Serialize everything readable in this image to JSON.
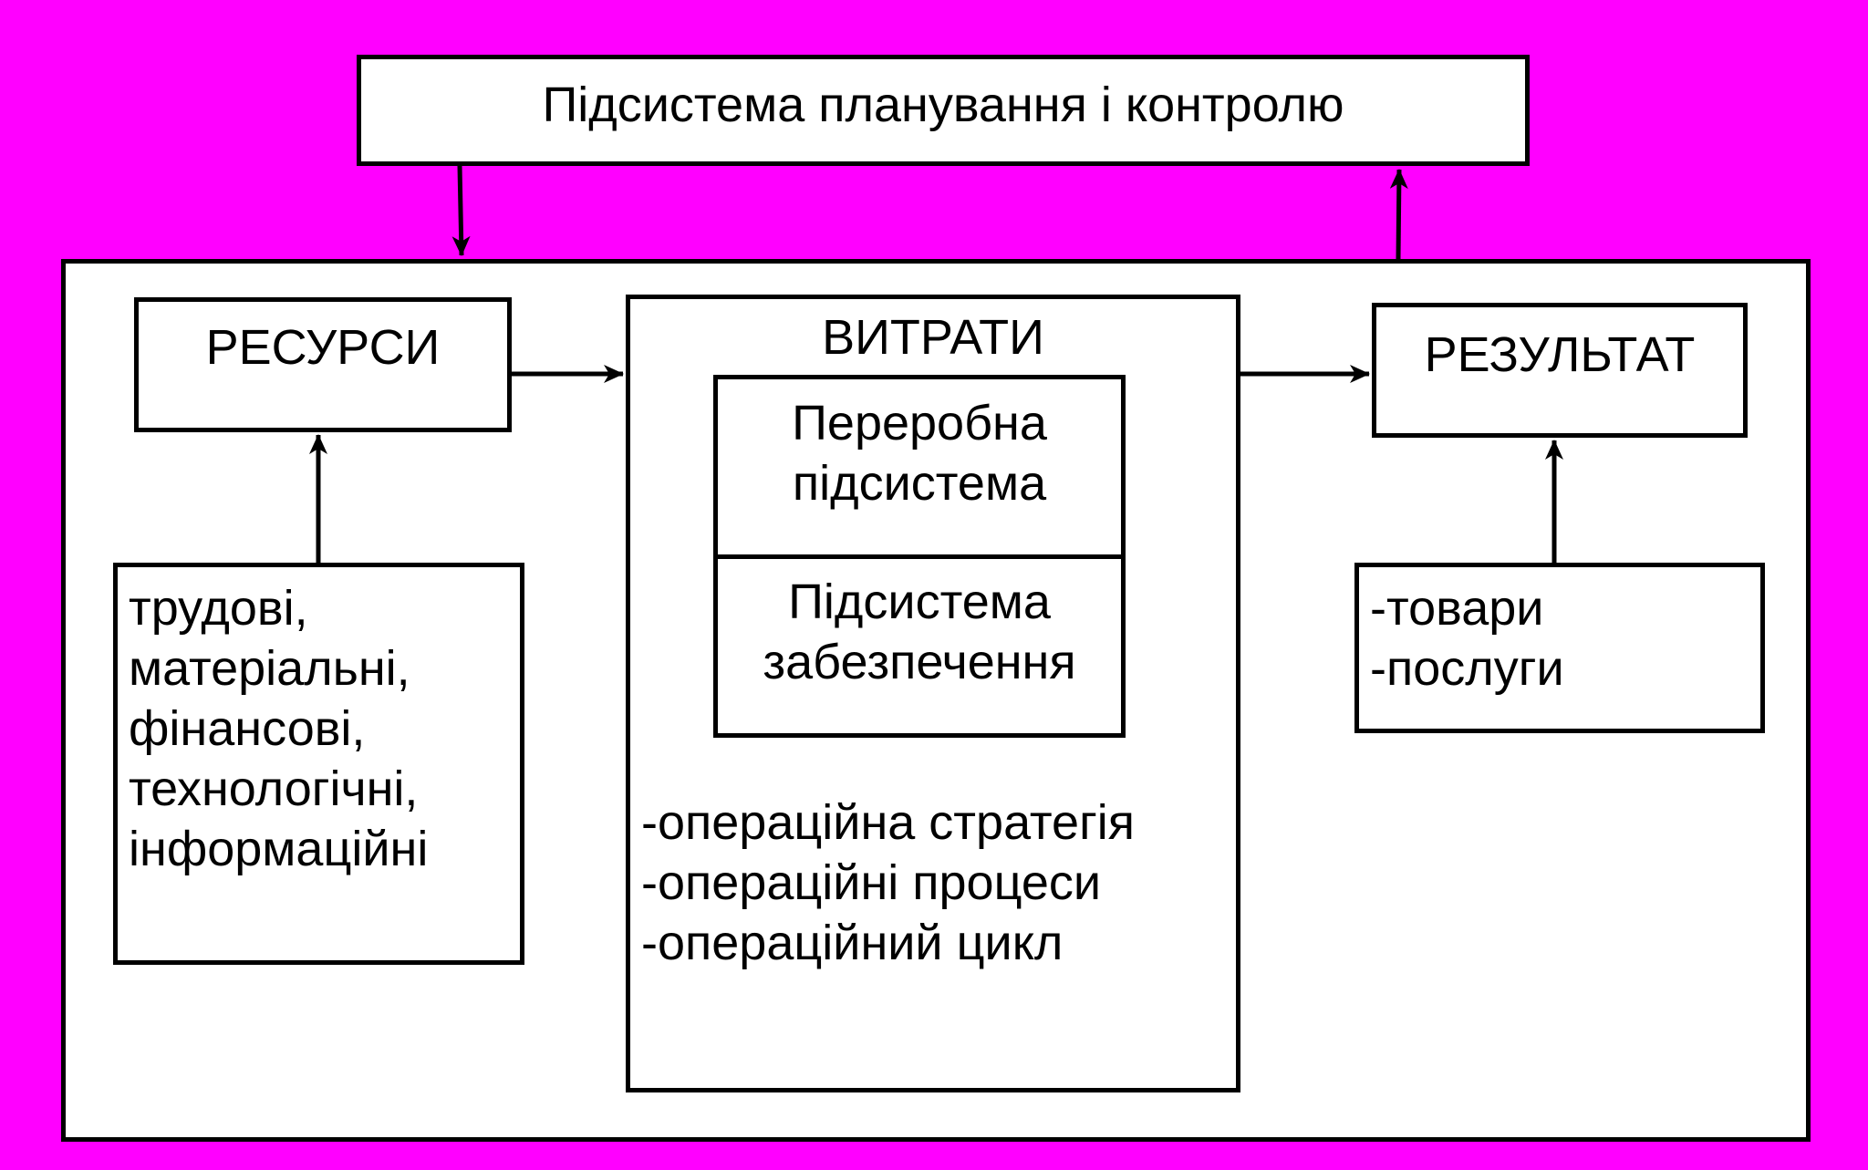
{
  "top": {
    "title": "Підсистема планування і контролю"
  },
  "resources": {
    "title": "РЕСУРСИ",
    "types": [
      "трудові,",
      "матеріальні,",
      "фінансові,",
      "технологічні,",
      "інформаційні"
    ]
  },
  "costs": {
    "title": "ВИТРАТИ",
    "inner_top": [
      "Переробна",
      "підсистема"
    ],
    "inner_bottom": [
      "Підсистема",
      "забезпечення"
    ],
    "items": [
      "-операційна стратегія",
      "-операційні процеси",
      "-операційний цикл"
    ]
  },
  "result": {
    "title": "РЕЗУЛЬТАТ",
    "items": [
      "-товари",
      "-послуги"
    ]
  },
  "colors": {
    "background": "#ff00ff",
    "box": "#ffffff",
    "line": "#000000"
  }
}
